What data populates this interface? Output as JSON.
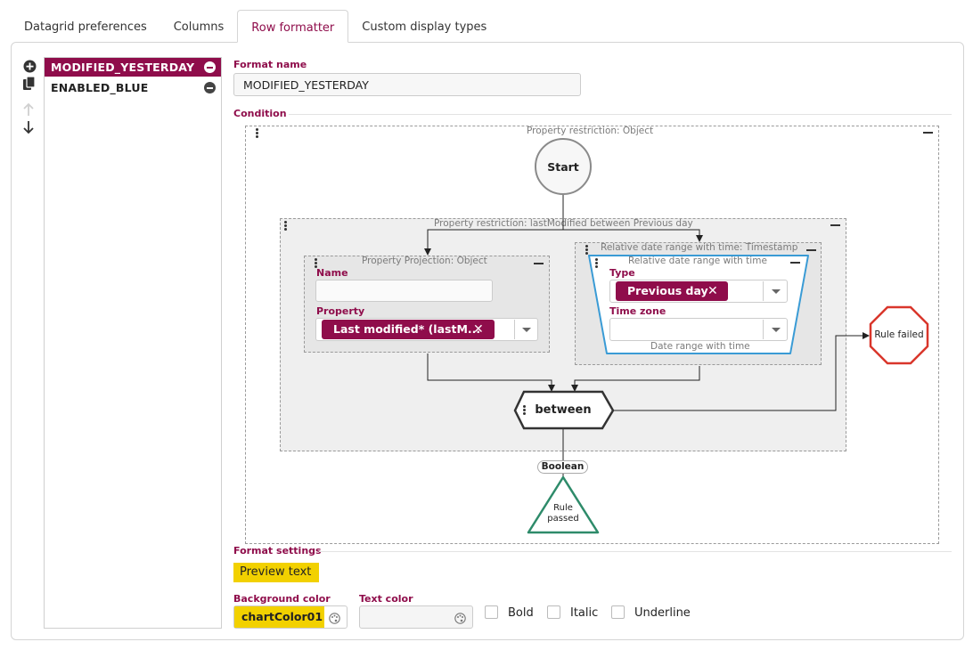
{
  "tabs": [
    {
      "label": "Datagrid preferences",
      "active": false
    },
    {
      "label": "Columns",
      "active": false
    },
    {
      "label": "Row formatter",
      "active": true
    },
    {
      "label": "Custom display types",
      "active": false
    }
  ],
  "formatters": [
    {
      "name": "MODIFIED_YESTERDAY",
      "selected": true
    },
    {
      "name": "ENABLED_BLUE",
      "selected": false
    }
  ],
  "format_name": {
    "label": "Format name",
    "value": "MODIFIED_YESTERDAY"
  },
  "condition": {
    "label": "Condition",
    "root_title": "Property restriction: Object",
    "start_label": "Start",
    "restriction_title": "Property restriction: lastModified between Previous day",
    "projection": {
      "title": "Property Projection: Object",
      "name_label": "Name",
      "name_value": "",
      "property_label": "Property",
      "property_chip": "Last modified* (lastM..."
    },
    "date_outer_title": "Relative date range with time: Timestamp",
    "date_range": {
      "title": "Relative date range with time",
      "type_label": "Type",
      "type_chip": "Previous day",
      "timezone_label": "Time zone",
      "timezone_value": "",
      "footer": "Date range with time"
    },
    "operator_label": "between",
    "output_badge": "Boolean",
    "rule_passed": "Rule passed",
    "rule_failed": "Rule failed"
  },
  "format_settings": {
    "label": "Format settings",
    "preview_text": "Preview text",
    "background_color_label": "Background color",
    "background_color_value": "chartColor01",
    "text_color_label": "Text color",
    "text_color_value": "",
    "bold_label": "Bold",
    "italic_label": "Italic",
    "underline_label": "Underline"
  },
  "colors": {
    "accent": "#8f0d4b",
    "preview_background": "#f2d100",
    "rule_passed": "#2e8b6a",
    "rule_failed": "#d9362b",
    "date_range_border": "#3a9bd5"
  },
  "icons": [
    "add-icon",
    "copy-icon",
    "arrow-up-icon",
    "arrow-down-icon",
    "remove-icon",
    "palette-icon",
    "drag-handle-icon",
    "collapse-icon",
    "clear-icon",
    "dropdown-caret-icon"
  ]
}
